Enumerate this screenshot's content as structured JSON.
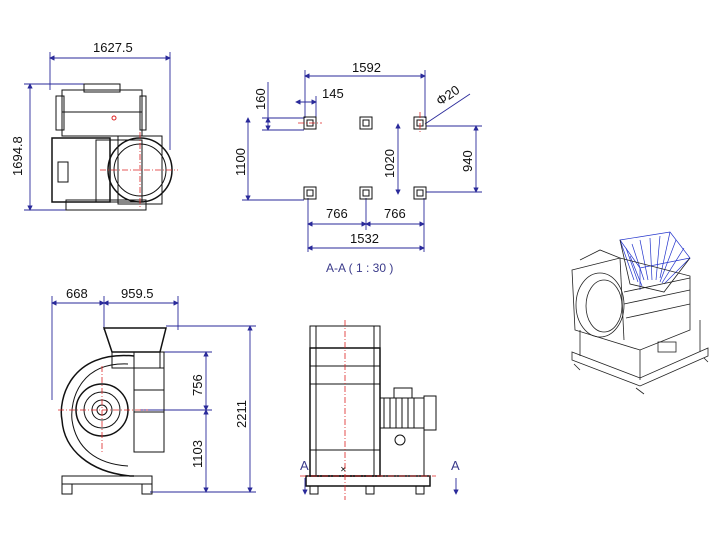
{
  "top_view": {
    "width_label": "1627.5",
    "height_label": "1694.8"
  },
  "plan_view": {
    "d_1592": "1592",
    "d_160": "160",
    "d_145": "145",
    "d_phi20": "Φ20",
    "d_1100": "1100",
    "d_1020": "1020",
    "d_940": "940",
    "d_766_left": "766",
    "d_766_right": "766",
    "d_1532": "1532",
    "section_label": "A-A ( 1 : 30 )"
  },
  "front_view": {
    "d_668": "668",
    "d_959_5": "959.5",
    "d_756": "756",
    "d_1103": "1103",
    "d_2211": "2211"
  },
  "side_view": {
    "section_mark_left": "A",
    "section_mark_right": "A"
  },
  "colors": {
    "outline": "#111111",
    "dimension": "#2a2a9a",
    "centerline": "#dd2222",
    "highlight": "#2233cc"
  }
}
